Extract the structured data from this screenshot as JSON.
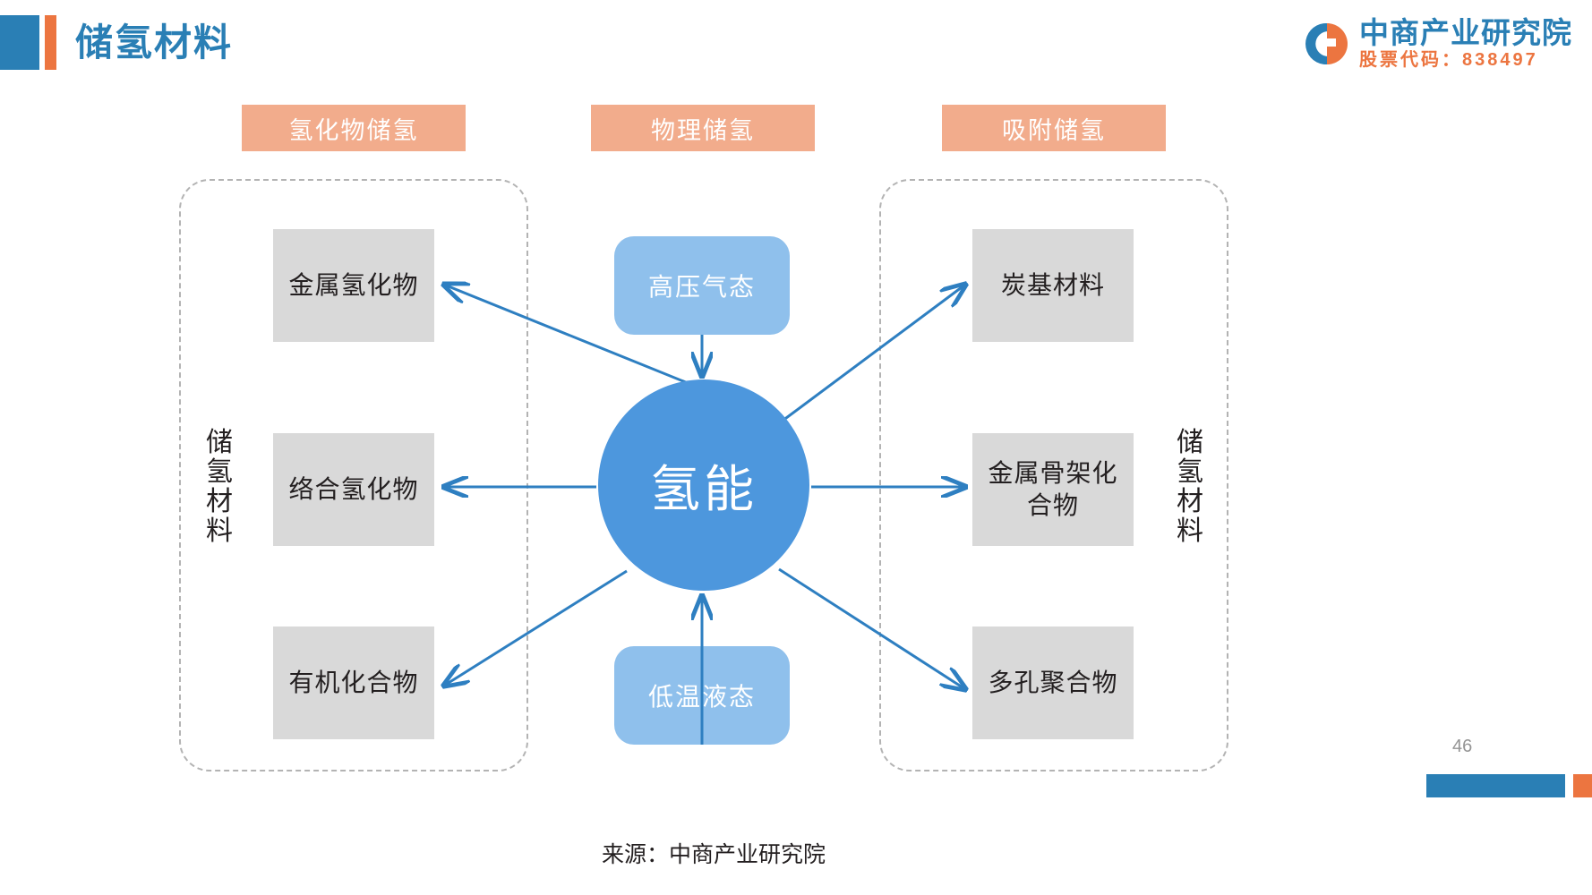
{
  "header": {
    "title": "储氢材料",
    "logo": {
      "name": "中商产业研究院",
      "stock_code": "股票代码：838497",
      "mark_icon": "company-c-mark-icon"
    },
    "accent_blue": "#2a7fb5",
    "accent_orange": "#ec7540"
  },
  "banners": [
    {
      "id": "left",
      "label": "氢化物储氢"
    },
    {
      "id": "center",
      "label": "物理储氢"
    },
    {
      "id": "right",
      "label": "吸附储氢"
    }
  ],
  "side_labels": {
    "left": "储氢材料",
    "right": "储氢材料"
  },
  "center_node": {
    "label": "氢能",
    "color": "#4d97dd"
  },
  "physical_nodes": [
    {
      "id": "top",
      "label": "高压气态",
      "color": "#8fc0ec"
    },
    {
      "id": "bottom",
      "label": "低温液态",
      "color": "#8fc0ec"
    }
  ],
  "left_materials": [
    {
      "id": "l1",
      "label": "金属氢化物"
    },
    {
      "id": "l2",
      "label": "络合氢化物"
    },
    {
      "id": "l3",
      "label": "有机化合物"
    }
  ],
  "right_materials": [
    {
      "id": "r1",
      "label": "炭基材料"
    },
    {
      "id": "r2",
      "label": "金属骨架化\n合物"
    },
    {
      "id": "r3",
      "label": "多孔聚合物"
    }
  ],
  "box_color": "#d9d9d9",
  "banner_color": "#f2ac8c",
  "connector_color": "#2e7fc1",
  "footer": {
    "source": "来源：中商产业研究院",
    "page_number": "46"
  }
}
